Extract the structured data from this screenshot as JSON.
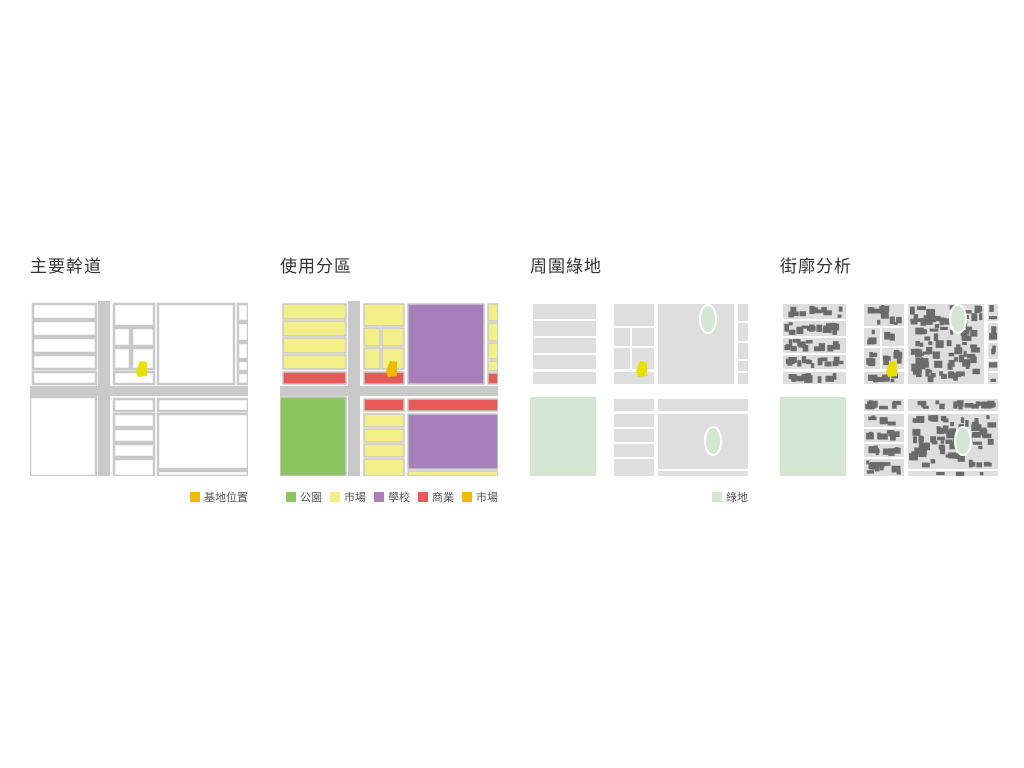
{
  "panels": [
    {
      "title": "主要幹道",
      "style": "roads",
      "legend": [
        {
          "label": "基地位置",
          "color": "#f5b800"
        }
      ]
    },
    {
      "title": "使用分區",
      "style": "zoning",
      "legend": [
        {
          "label": "公園",
          "color": "#8cc663"
        },
        {
          "label": "市場",
          "color": "#f2ee88"
        },
        {
          "label": "學校",
          "color": "#a77fba"
        },
        {
          "label": "商業",
          "color": "#e85a5a"
        },
        {
          "label": "市場",
          "color": "#f5b800"
        }
      ]
    },
    {
      "title": "周圍綠地",
      "style": "green",
      "legend": [
        {
          "label": "綠地",
          "color": "#d2e6d2"
        }
      ]
    },
    {
      "title": "街廓分析",
      "style": "fabric",
      "legend": []
    }
  ],
  "colors": {
    "site": "#e8e000",
    "road": "#c9c9c9",
    "block": "#dedede",
    "park": "#d2e6d2",
    "building": "#6b6b6b"
  }
}
